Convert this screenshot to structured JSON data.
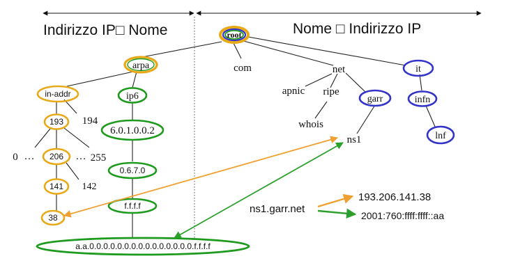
{
  "headers": {
    "left": "Indirizzo IP□ Nome",
    "right": "Nome □ Indirizzo IP"
  },
  "tree": {
    "root": "root",
    "com": "com",
    "net": "net",
    "it": "it",
    "arpa": "arpa",
    "in_addr": "in-addr",
    "ip6": "ip6",
    "apnic": "apnic",
    "ripe": "ripe",
    "garr": "garr",
    "whois": "whois",
    "ns1": "ns1",
    "infn": "infn",
    "lnf": "lnf",
    "n193": "193",
    "n194": "194",
    "n0": "0",
    "dots_left": "…",
    "n206": "206",
    "dots_right": "…",
    "n255": "255",
    "n141": "141",
    "n142": "142",
    "n38": "38",
    "ip6_1": "6.0.1.0.0.2",
    "ip6_2": "0.6.7.0",
    "ip6_3": "f.f.f.f",
    "ip6_full": "a.a.0.0.0.0.0.0.0.0.0.0.0.0.0.0.0.f.f.f.f"
  },
  "resolution": {
    "host": "ns1.garr.net",
    "ipv4": "193.206.141.38",
    "ipv6": "2001:760:ffff:ffff::aa"
  },
  "colors": {
    "orange": "#E8A917",
    "green": "#1E9A1E",
    "blue": "#3333C9",
    "arrow_orange": "#F0A030",
    "arrow_green": "#2CA02C"
  }
}
